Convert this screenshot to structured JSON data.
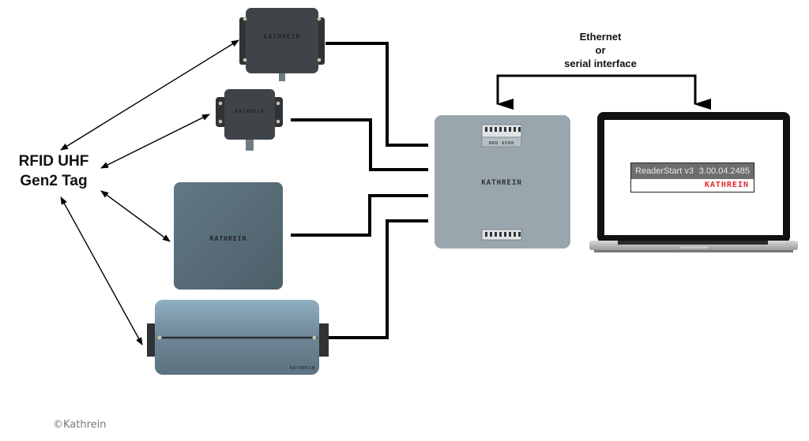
{
  "diagram": {
    "tag_label_line1": "RFID UHF",
    "tag_label_line2": "Gen2 Tag",
    "interface_label_line1": "Ethernet",
    "interface_label_line2": "or",
    "interface_label_line3": "serial interface",
    "copyright": "©Kathrein",
    "brand": "KATHREIN",
    "reader_model": "RRU 4500",
    "software_name": "ReaderStart v3",
    "software_version": "3.00.04.2485",
    "colors": {
      "line": "#000000",
      "antenna_dark": "#3f4449",
      "antenna_blue": "#5a6b76",
      "reader_gray": "#9aa6ae",
      "brand_red": "#e3262e"
    },
    "antennas": [
      {
        "name": "mid-range-antenna-large",
        "type": "compact"
      },
      {
        "name": "mid-range-antenna-small",
        "type": "compact"
      },
      {
        "name": "wide-range-antenna",
        "type": "panel"
      },
      {
        "name": "long-range-antenna",
        "type": "cylindrical"
      }
    ]
  }
}
